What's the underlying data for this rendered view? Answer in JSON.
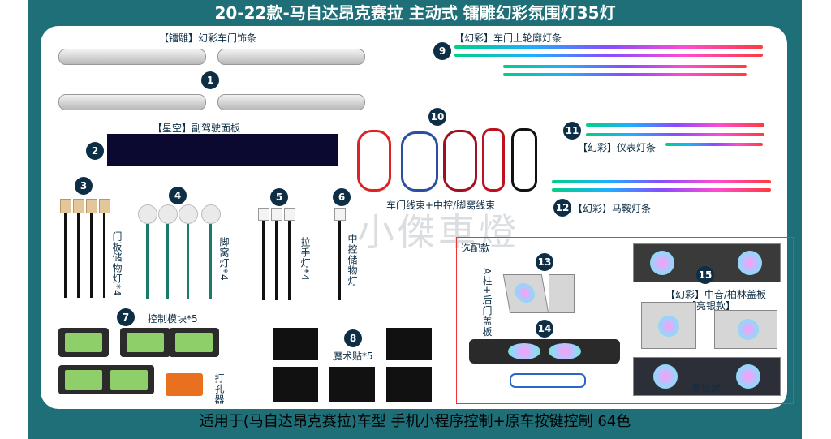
{
  "title": "20-22款-马自达昂克赛拉 主动式 镭雕幻彩氛围灯35灯",
  "footer": "适用于(马自达昂克赛拉)车型 手机小程序控制+原车按键控制 64色",
  "watermark": "小傑車燈",
  "items": {
    "i1": {
      "label": "【镭雕】幻彩车门饰条",
      "num": "1"
    },
    "i2": {
      "label": "【星空】副驾驶面板",
      "num": "2"
    },
    "i3": {
      "label": "门板储物灯*4",
      "num": "3"
    },
    "i4": {
      "label": "脚窝灯*4",
      "num": "4"
    },
    "i5": {
      "label": "拉手灯*4",
      "num": "5"
    },
    "i6": {
      "label": "中控储物灯",
      "num": "6"
    },
    "i7": {
      "label": "控制模块*5",
      "num": "7"
    },
    "i8": {
      "label": "魔术贴*5",
      "num": "8"
    },
    "i9": {
      "label": "【幻彩】车门上轮廓灯条",
      "num": "9"
    },
    "i10": {
      "label": "车门线束+中控/脚窝线束",
      "num": "10"
    },
    "i11": {
      "label": "【幻彩】仪表灯条",
      "num": "11"
    },
    "i12": {
      "label": "【幻彩】马鞍灯条",
      "num": "12"
    },
    "i13": {
      "label": "A柱+后门盖板",
      "num": "13"
    },
    "i14": {
      "num": "14"
    },
    "i15": {
      "label": "【幻彩】中音/柏林盖板",
      "sublabel": "【亮银款】",
      "num": "15"
    },
    "black": "黑钛款",
    "puncher": "打孔器",
    "optional": "选配款"
  },
  "colors": {
    "frame": "#1f6f78",
    "accent": "#0d2e45",
    "optional_border": "#e33333"
  }
}
